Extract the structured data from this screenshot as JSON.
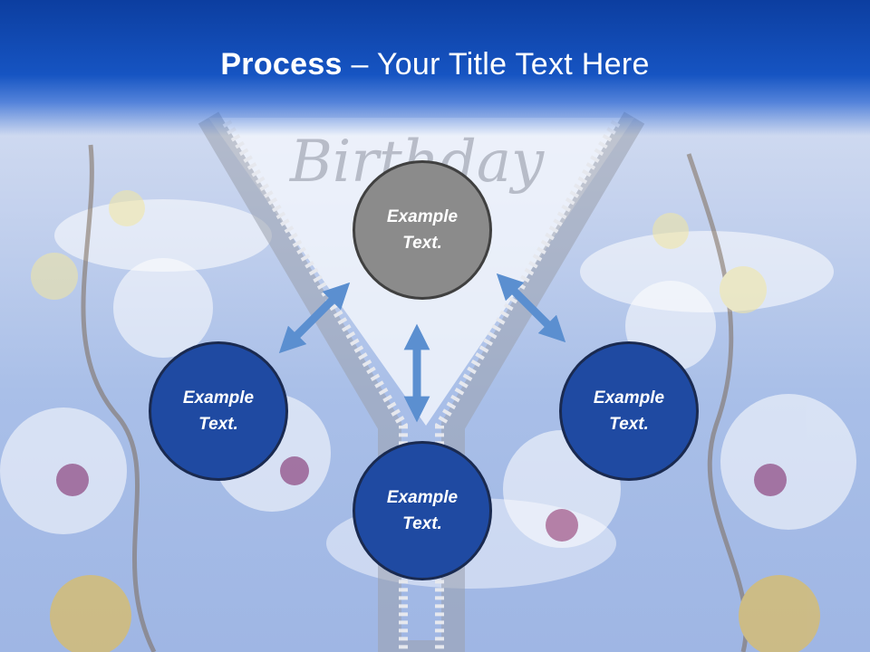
{
  "title": {
    "bold": "Process",
    "rest": " – Your Title Text Here"
  },
  "background": {
    "watermark": "Birthday"
  },
  "nodes": {
    "top": "Example Text.",
    "left": "Example Text.",
    "right": "Example Text.",
    "bottom": "Example Text."
  },
  "colors": {
    "title_bar": "#1654c2",
    "node_blue": "#1f4aa2",
    "node_gray": "#8b8b8b",
    "arrow": "#5b8fd0"
  }
}
